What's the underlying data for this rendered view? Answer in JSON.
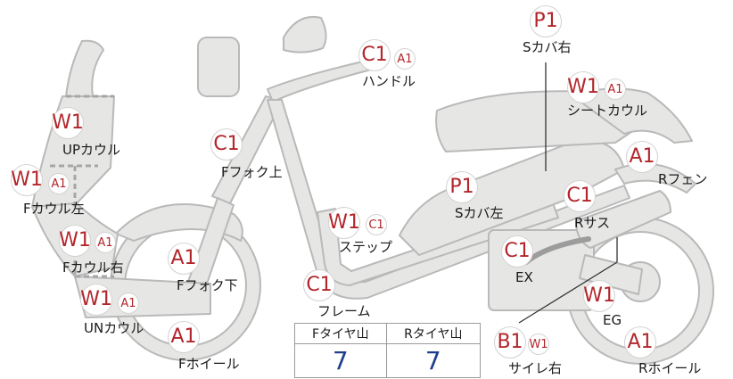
{
  "colors": {
    "body_fill": "#e6e6e5",
    "body_stroke": "#b9b9b9",
    "badge_text": "#b2262b",
    "value_text": "#1f3f8c",
    "line": "#333333"
  },
  "parts": {
    "up_cowl": {
      "label": "UPカウル",
      "grades": [
        "W1"
      ]
    },
    "f_cowl_left": {
      "label": "Fカウル左",
      "grades": [
        "W1",
        "A1"
      ]
    },
    "f_cowl_right": {
      "label": "Fカウル右",
      "grades": [
        "W1",
        "A1"
      ]
    },
    "un_cowl": {
      "label": "UNカウル",
      "grades": [
        "W1",
        "A1"
      ]
    },
    "f_fork_upper": {
      "label": "Fフォク上",
      "grades": [
        "C1"
      ]
    },
    "f_fork_lower": {
      "label": "Fフォク下",
      "grades": [
        "A1"
      ]
    },
    "f_wheel": {
      "label": "Fホイール",
      "grades": [
        "A1"
      ]
    },
    "handle": {
      "label": "ハンドル",
      "grades": [
        "C1",
        "A1"
      ]
    },
    "s_cover_right": {
      "label": "Sカバ右",
      "grades": [
        "P1"
      ]
    },
    "seat_cowl": {
      "label": "シートカウル",
      "grades": [
        "W1",
        "A1"
      ]
    },
    "r_fender": {
      "label": "Rフェン",
      "grades": [
        "A1"
      ]
    },
    "s_cover_left": {
      "label": "Sカバ左",
      "grades": [
        "P1"
      ]
    },
    "step": {
      "label": "ステップ",
      "grades": [
        "W1",
        "C1"
      ]
    },
    "r_suspension": {
      "label": "Rサス",
      "grades": [
        "C1"
      ]
    },
    "exhaust": {
      "label": "EX",
      "grades": [
        "C1"
      ]
    },
    "frame": {
      "label": "フレーム",
      "grades": [
        "C1"
      ]
    },
    "engine": {
      "label": "EG",
      "grades": [
        "W1"
      ]
    },
    "r_wheel": {
      "label": "Rホイール",
      "grades": [
        "A1"
      ]
    },
    "silencer_right": {
      "label": "サイレ右",
      "grades": [
        "B1",
        "W1"
      ]
    }
  },
  "tread_table": {
    "front_header": "Fタイヤ山",
    "rear_header": "Rタイヤ山",
    "front_value": "7",
    "rear_value": "7"
  }
}
